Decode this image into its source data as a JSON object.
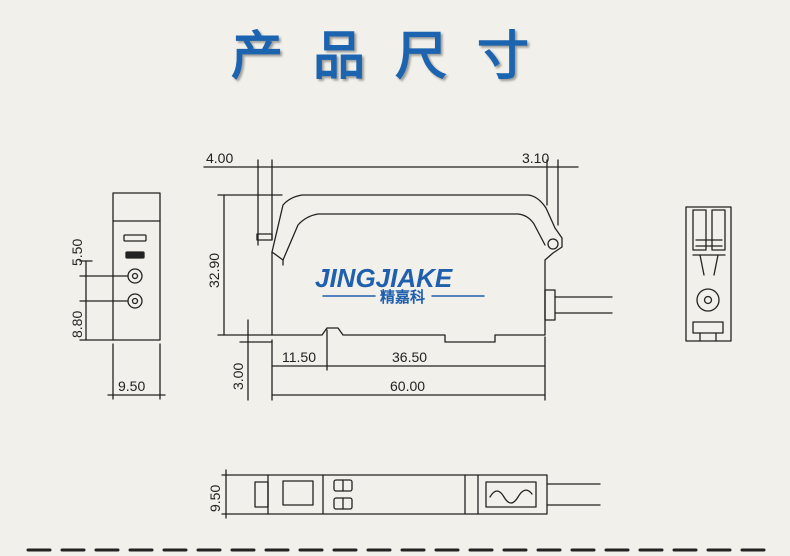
{
  "title": "产品尺寸",
  "brand": {
    "name": "JINGJIAKE",
    "chinese": "精嘉科"
  },
  "dimensions": {
    "d_4_00": "4.00",
    "d_3_10": "3.10",
    "d_32_90": "32.90",
    "d_5_50": "5.50",
    "d_8_80": "8.80",
    "d_11_50": "11.50",
    "d_36_50": "36.50",
    "d_3_00": "3.00",
    "d_60_00": "60.00",
    "d_9_50_side": "9.50",
    "d_9_50_bottom": "9.50"
  },
  "colors": {
    "title": "#1c63b0",
    "brand": "#1f5fae",
    "line": "#222222",
    "background": "#f1f0ea"
  }
}
